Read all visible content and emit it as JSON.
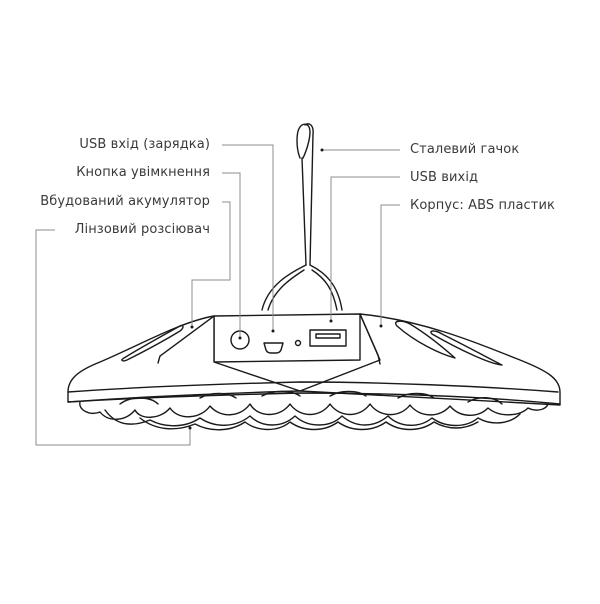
{
  "diagram": {
    "type": "product-callout-illustration",
    "subject": "Hanging LED lamp with steel hook",
    "colors": {
      "ink": "#1a1a1a",
      "leader": "#8c8c8c",
      "text": "#3a3a3a",
      "background": "#ffffff"
    }
  },
  "labels_left": [
    {
      "id": "usb-input",
      "text": "USB вхід (зарядка)",
      "target": "micro-USB port"
    },
    {
      "id": "power-button",
      "text": "Кнопка увімкнення",
      "target": "round button"
    },
    {
      "id": "battery",
      "text": "Вбудований акумулятор",
      "target": "left body section"
    },
    {
      "id": "lens-diffuser",
      "text": "Лінзовий розсіювач",
      "target": "lens array underside"
    }
  ],
  "labels_right": [
    {
      "id": "steel-hook",
      "text": "Сталевий гачок",
      "target": "hook"
    },
    {
      "id": "usb-output",
      "text": "USB вихід",
      "target": "USB-A port"
    },
    {
      "id": "housing",
      "text": "Корпус: ABS пластик",
      "target": "right body section"
    }
  ]
}
